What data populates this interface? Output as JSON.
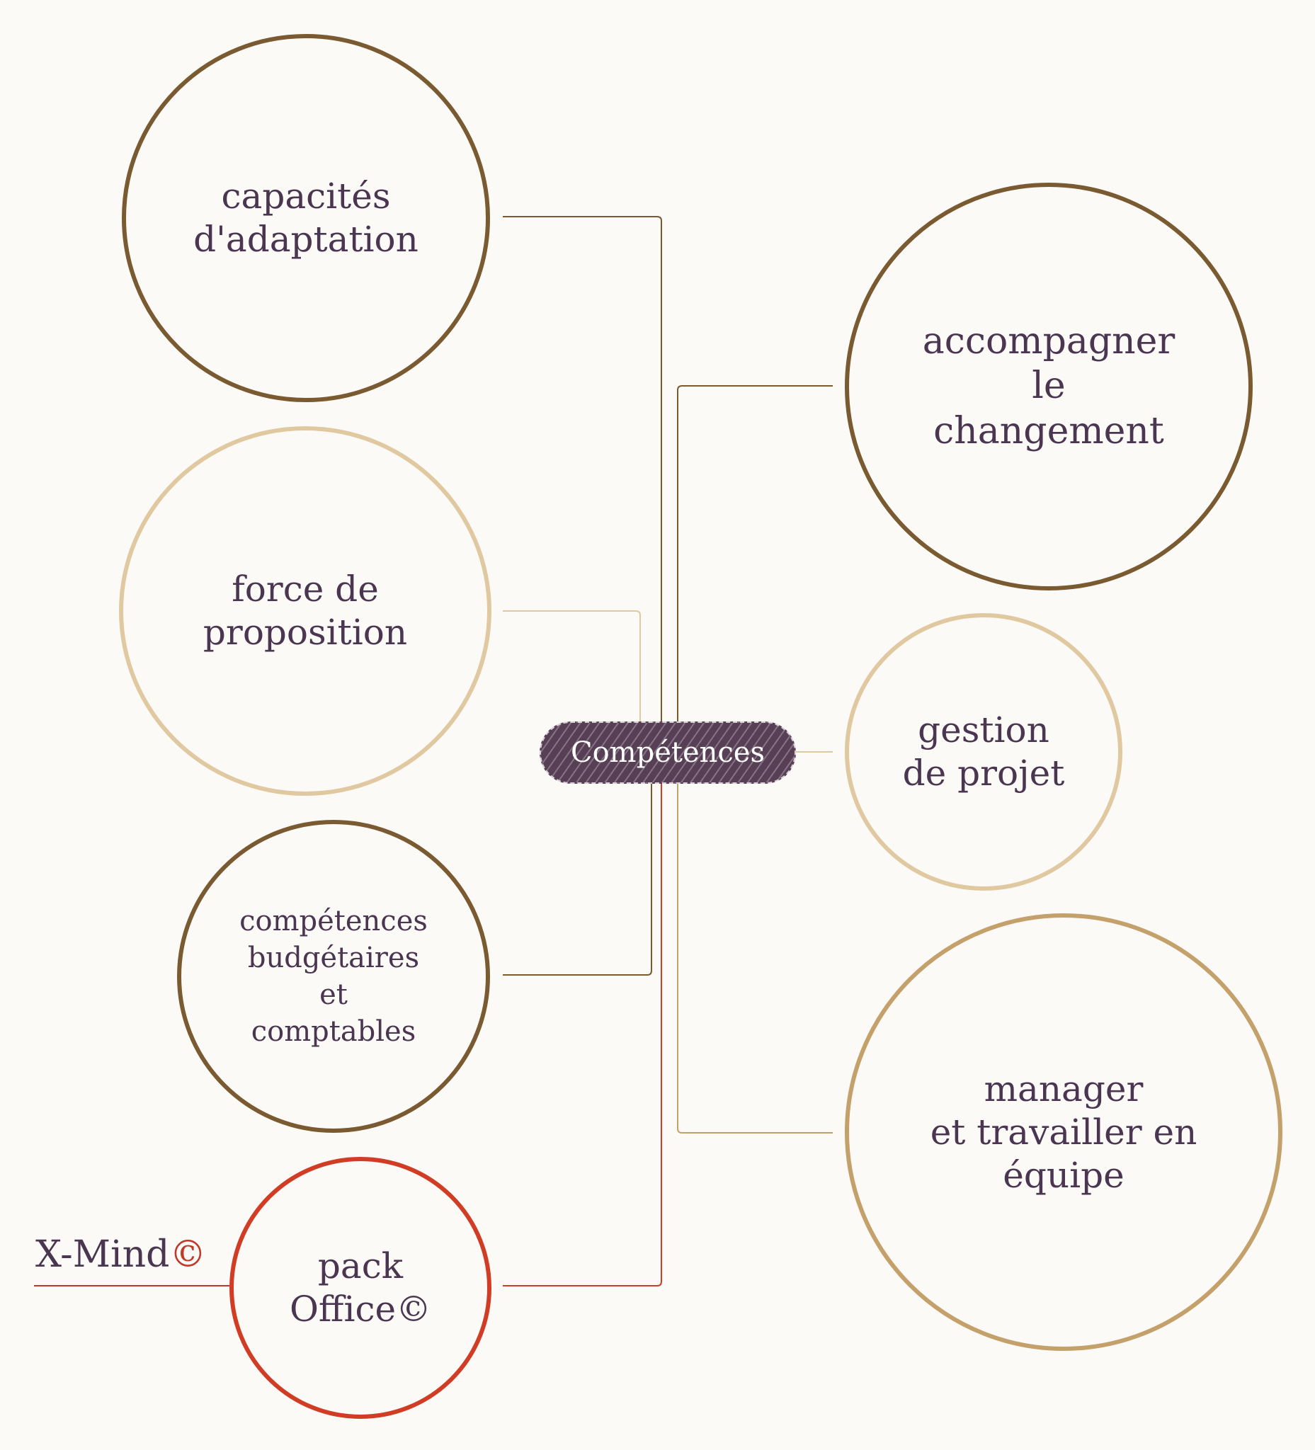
{
  "central_topic": "Compétences",
  "colors": {
    "dark_brown": "#7a5a30",
    "light_tan": "#e0c9a0",
    "mid_tan": "#c4a06a",
    "red": "#d13c24",
    "text": "#4a3650",
    "central_fill": "#573f55"
  },
  "topics": [
    {
      "label": "capacités\nd'adaptation",
      "color": "#7a5a30",
      "side": "left"
    },
    {
      "label": "force de\nproposition",
      "color": "#e0c9a0",
      "side": "left"
    },
    {
      "label": "compétences\nbudgétaires\net\ncomptables",
      "color": "#7a5a30",
      "side": "left"
    },
    {
      "label": "pack\nOffice©",
      "color": "#d13c24",
      "side": "left"
    },
    {
      "label": "accompagner\nle\nchangement",
      "color": "#7a5a30",
      "side": "right"
    },
    {
      "label": "gestion\nde projet",
      "color": "#e0c9a0",
      "side": "right"
    },
    {
      "label": "manager\net travailler en\néquipe",
      "color": "#c4a06a",
      "side": "right"
    }
  ],
  "watermark": {
    "text": "X-Mind",
    "symbol": "©"
  }
}
